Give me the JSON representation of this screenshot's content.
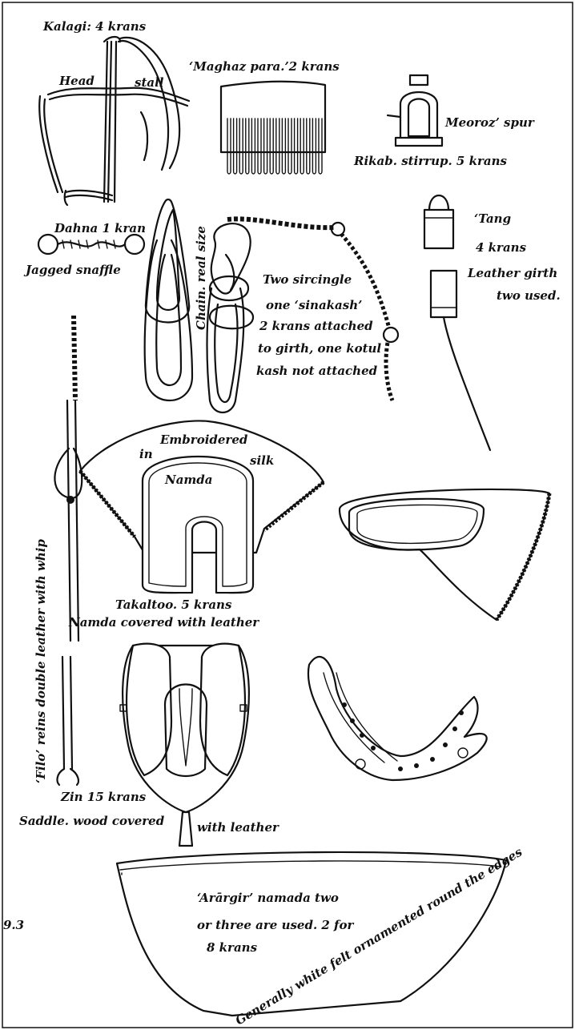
{
  "labels": {
    "kalagi": "Kalagi: 4 krans",
    "head": "Head",
    "stall": "stall",
    "maghaz_para": "‘Maghaz para.’2 krans",
    "meoroz_spur": "Meoroz’ spur",
    "rikab_stirrup": "Rikab. stirrup. 5 krans",
    "dahna": "Dahna 1 kran",
    "jagged_snaffle": "Jagged snaffle",
    "chain_real_size": "Chain. real size",
    "surcingle_line1": "Two sircingle",
    "surcingle_line2": "one ‘sinakash’",
    "surcingle_line3": "2 krans attached",
    "surcingle_line4": "to girth, one kotul",
    "surcingle_line5": "kash not attached",
    "tang_line1": "‘Tang",
    "tang_line2": "4 krans",
    "leather_girth_line1": "Leather girth",
    "leather_girth_line2": "two used.",
    "embroidered": "Embroidered",
    "in": "in",
    "silk": "silk",
    "namda": "Namda",
    "takaltoo": "Takaltoo. 5 krans",
    "namda_covered": "Namda covered with leather",
    "filo_reins": "‘Filo’ reins double leather with whip",
    "zin": "Zin 15 krans",
    "saddle": "Saddle. wood covered",
    "with_leather": "with leather",
    "arargir_line1": "‘Arārgir’ namada two",
    "arargir_line2": "or three are used. 2 for",
    "arargir_line3": "8 krans",
    "generally_white": "Generally white felt ornamented round the edges",
    "margin_mark": "9.3"
  }
}
